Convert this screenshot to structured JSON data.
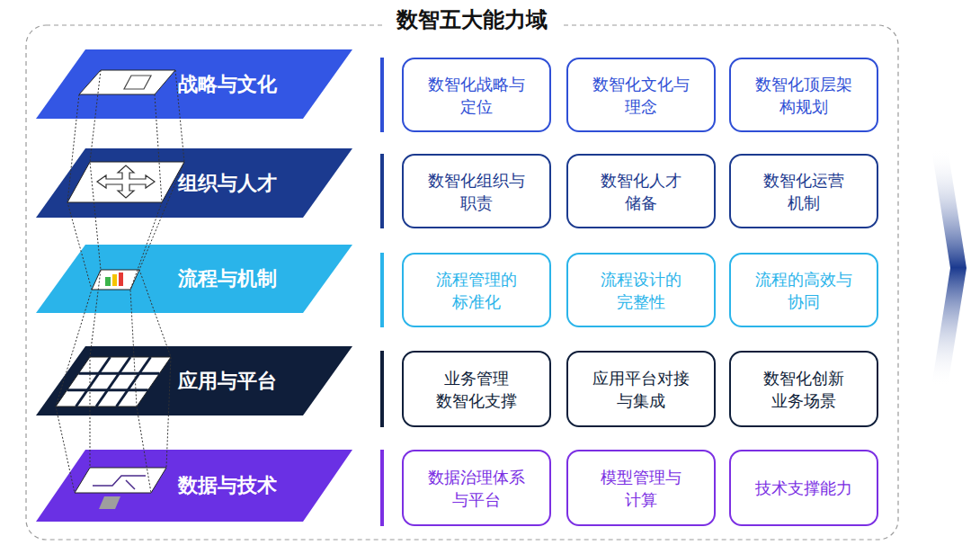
{
  "diagram": {
    "title": "数智五大能力域",
    "nodes": [
      {
        "text": [
          "战略与文化"
        ]
      },
      {
        "text": [
          "数智化战略与 定位"
        ]
      },
      {
        "text": [
          "数智化文化与 理念"
        ]
      },
      {
        "text": [
          "数智化顶层架 构规划"
        ]
      },
      {
        "text": [
          "组织与人才"
        ]
      },
      {
        "text": [
          "数智化组织与 职责"
        ]
      },
      {
        "text": [
          "数智化人才 储备"
        ]
      },
      {
        "text": [
          "数智化运营 机制"
        ]
      },
      {
        "text": [
          "流程与机制"
        ]
      },
      {
        "text": [
          "流程管理的 标准化"
        ]
      },
      {
        "text": [
          "流程设计的 完整性"
        ]
      },
      {
        "text": [
          "流程的高效与 协同"
        ]
      },
      {
        "text": [
          "应用与平台"
        ]
      },
      {
        "text": [
          "业务管理 数智化支撑"
        ]
      },
      {
        "text": [
          "应用平台对接 与集成"
        ]
      },
      {
        "text": [
          "数智化创新 业务场景"
        ]
      },
      {
        "text": [
          "数据与技术"
        ]
      },
      {
        "text": [
          "数据治理体系 与平台"
        ]
      },
      {
        "text": [
          "模型管理与 计算"
        ]
      },
      {
        "text": [
          "技术支撑能力"
        ]
      }
    ]
  }
}
